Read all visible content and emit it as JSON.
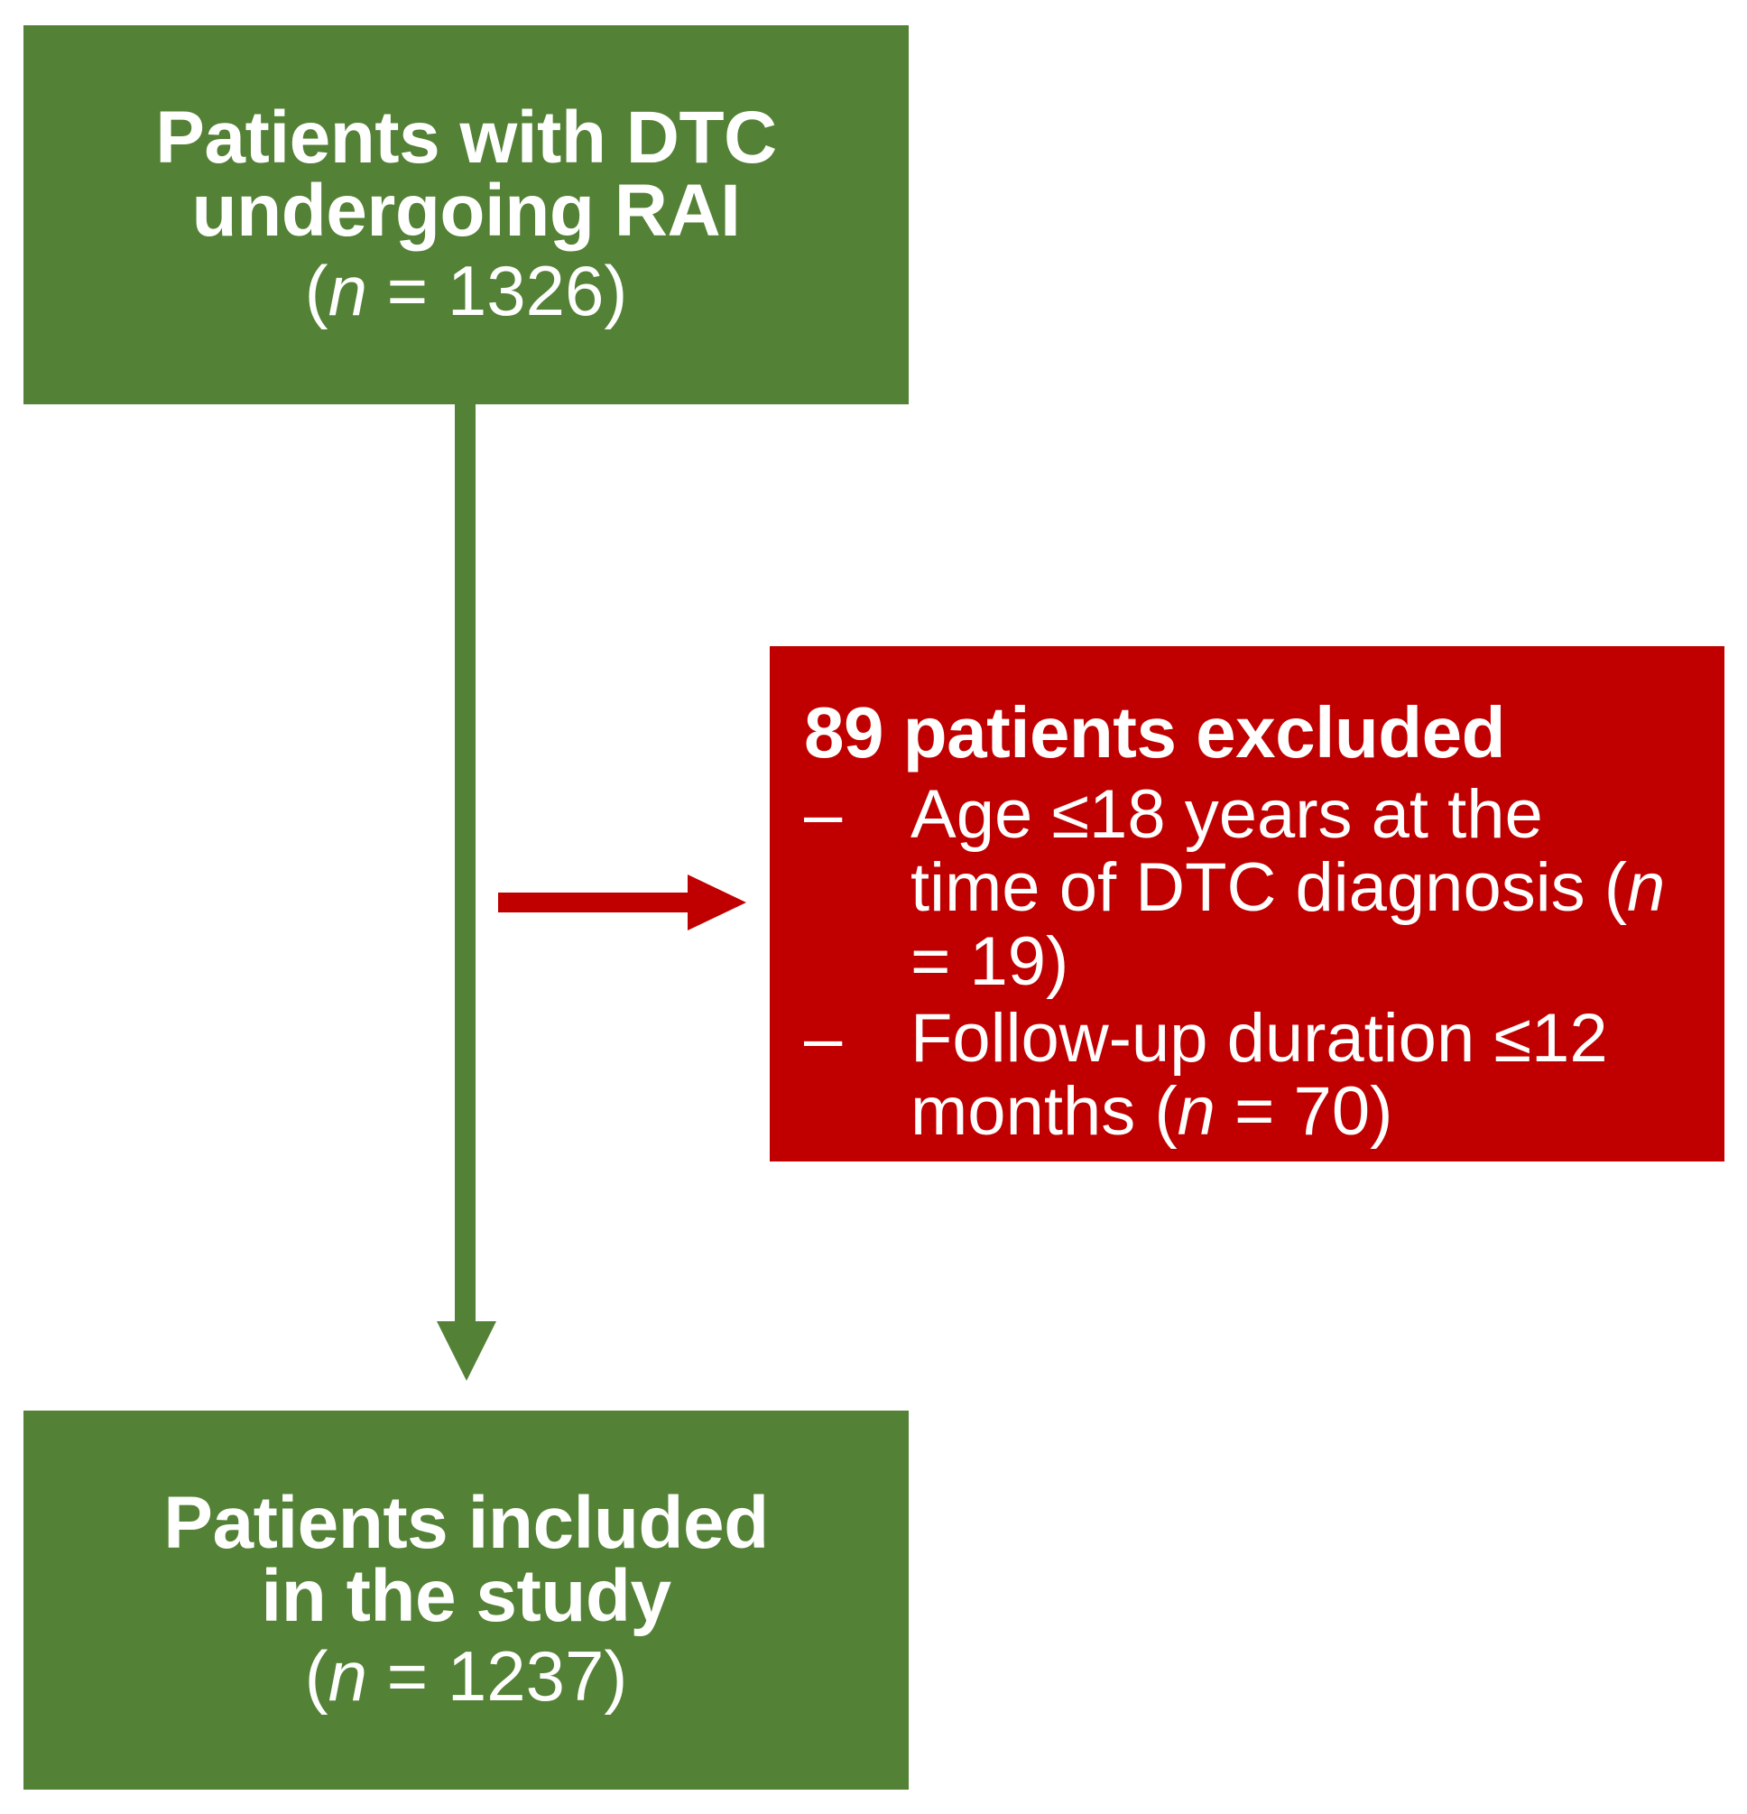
{
  "diagram": {
    "type": "study-flow-diagram",
    "colors": {
      "green": "#538135",
      "red": "#C00000",
      "text": "#FFFFFF",
      "background": "#FFFFFF"
    },
    "nodes": {
      "source_cohort": {
        "line1": "Patients with DTC",
        "line2": "undergoing RAI",
        "count_label": "(n = 1326)",
        "count_prefix": "(",
        "count_symbol": "n",
        "count_equals": " = ",
        "count_value": "1326",
        "count_suffix": ")",
        "color": "#538135"
      },
      "excluded": {
        "heading": "89 patients excluded",
        "heading_count": "89",
        "color": "#C00000",
        "reasons": [
          {
            "dash": "–",
            "text": "Age ≤18 years at the time of DTC diagnosis (n = 19)",
            "count_symbol": "n",
            "count_value": "19"
          },
          {
            "dash": "–",
            "text": "Follow-up duration ≤12 months (n = 70)",
            "count_symbol": "n",
            "count_value": "70"
          }
        ]
      },
      "included_cohort": {
        "line1": "Patients included",
        "line2": "in the study",
        "count_label": "(n = 1237)",
        "count_prefix": "(",
        "count_symbol": "n",
        "count_equals": " = ",
        "count_value": "1237",
        "count_suffix": ")",
        "color": "#538135"
      }
    },
    "connectors": {
      "main_flow": {
        "name": "vertical-arrow-down",
        "color": "#538135",
        "from": "source_cohort",
        "to": "included_cohort"
      },
      "exclusion_flow": {
        "name": "horizontal-arrow-right",
        "color": "#C00000",
        "from": "main_flow",
        "to": "excluded"
      }
    }
  }
}
